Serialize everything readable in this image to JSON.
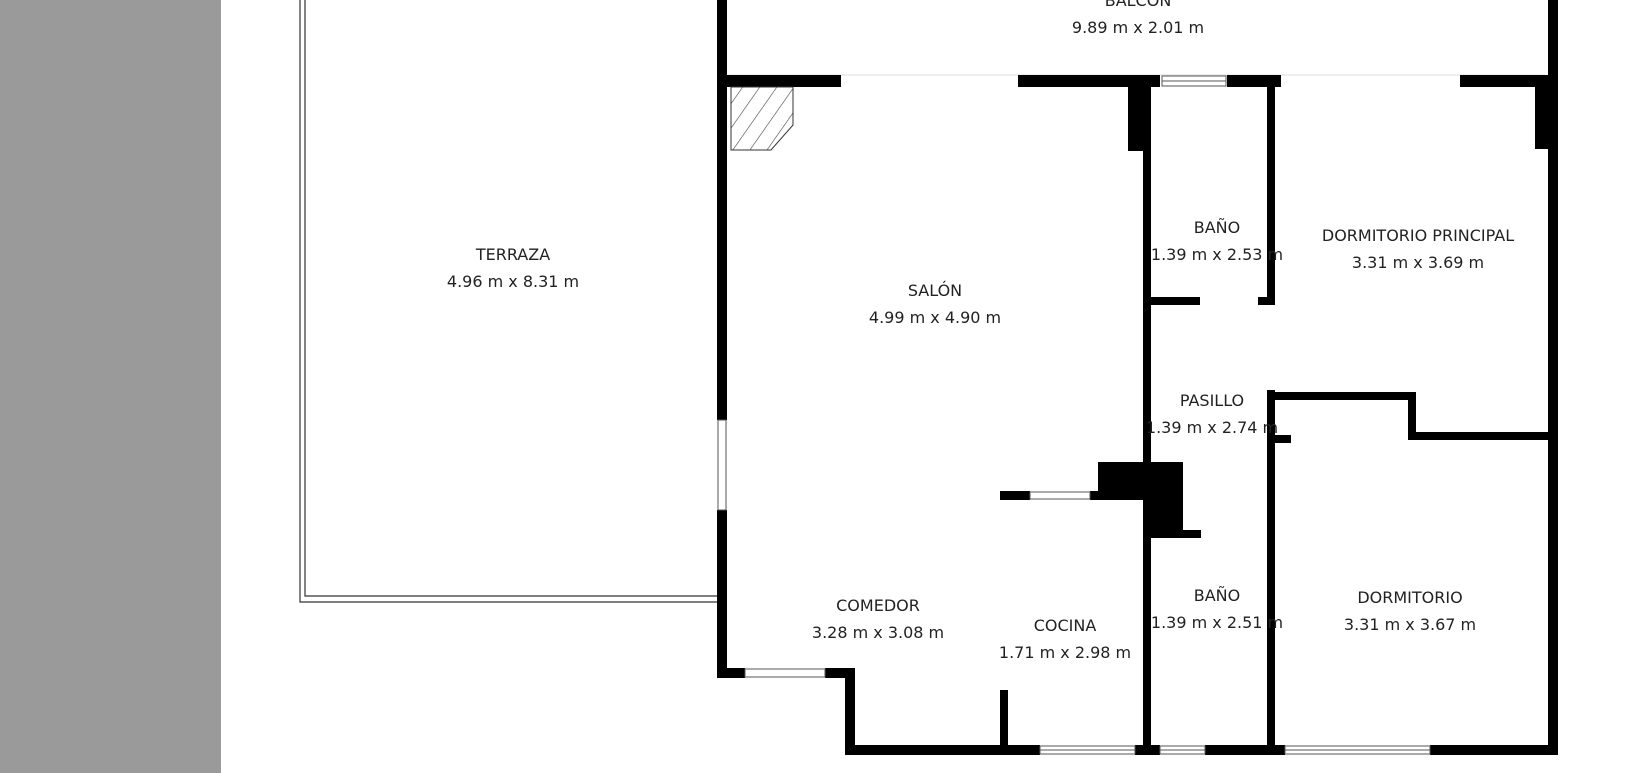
{
  "colors": {
    "wall": "#000000",
    "background": "#ffffff",
    "margin": "#9a9a9a"
  },
  "rooms": [
    {
      "name": "BALCÓN",
      "size": "9.89 m x 2.01 m"
    },
    {
      "name": "TERRAZA",
      "size": "4.96 m x 8.31 m"
    },
    {
      "name": "SALÓN",
      "size": "4.99 m x 4.90 m"
    },
    {
      "name": "BAÑO",
      "size": "1.39 m x 2.53 m"
    },
    {
      "name": "DORMITORIO PRINCIPAL",
      "size": "3.31 m x 3.69 m"
    },
    {
      "name": "PASILLO",
      "size": "1.39 m x 2.74 m"
    },
    {
      "name": "COMEDOR",
      "size": "3.28 m x 3.08 m"
    },
    {
      "name": "COCINA",
      "size": "1.71 m x 2.98 m"
    },
    {
      "name": "BAÑO",
      "size": "1.39 m x 2.51 m"
    },
    {
      "name": "DORMITORIO",
      "size": "3.31 m x 3.67 m"
    }
  ]
}
